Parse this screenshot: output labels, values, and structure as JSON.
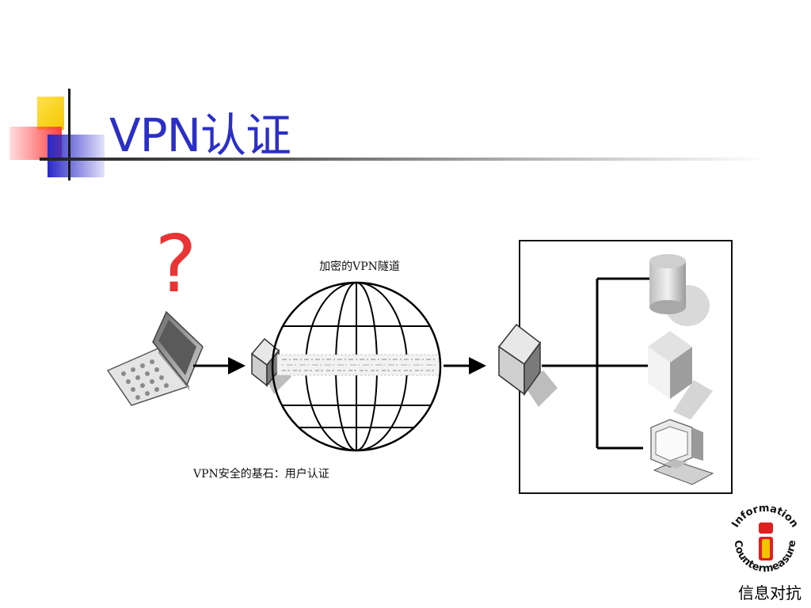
{
  "slide": {
    "title": "VPN认证",
    "footer": "信息对抗"
  },
  "diagram": {
    "tunnel_label": "加密的VPN隧道",
    "auth_caption": "VPN安全的基石：用户认证",
    "question_mark": "?"
  },
  "logo": {
    "ring_top": "Information",
    "ring_bottom": "Countermeasure",
    "center_letter": "i"
  },
  "colors": {
    "title": "#2b2fc6",
    "question_mark": "#e83434",
    "logo_red": "#e02020",
    "logo_yellow": "#f4c400"
  }
}
